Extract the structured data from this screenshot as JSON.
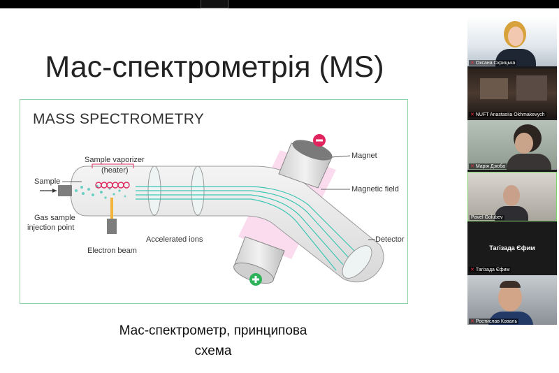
{
  "slide": {
    "title": "Мас-спектрометрія (MS)",
    "caption_line1": "Мас-спектрометр, принципова",
    "caption_line2": "схема",
    "figure": {
      "title": "MASS SPECTROMETRY",
      "labels": {
        "sample_vaporizer": "Sample vaporizer",
        "heater": "(heater)",
        "sample": "Sample",
        "gas_sample": "Gas sample",
        "injection_point": "injection point",
        "electron_beam": "Electron beam",
        "accelerated_ions": "Accelerated ions",
        "magnet": "Magnet",
        "magnetic_field": "Magnetic field",
        "detector": "Detector"
      },
      "colors": {
        "beam": "#3cc6b4",
        "field": "#f5bfe0",
        "minus": "#e0245e",
        "plus": "#2eb35a",
        "border": "#8fd3a4"
      }
    }
  },
  "participants": [
    {
      "name": "Оксана Скрицька",
      "muted": true
    },
    {
      "name": "NUFT Anastasiia Okhmakevych",
      "muted": true
    },
    {
      "name": "Марія Дзюба",
      "muted": true
    },
    {
      "name": "Pavel Golubev",
      "muted": false
    },
    {
      "name": "Тагізада Єфим",
      "muted": true,
      "video_off_label": "Тагізада Єфим"
    },
    {
      "name": "Ростислав Коваль",
      "muted": true
    }
  ]
}
